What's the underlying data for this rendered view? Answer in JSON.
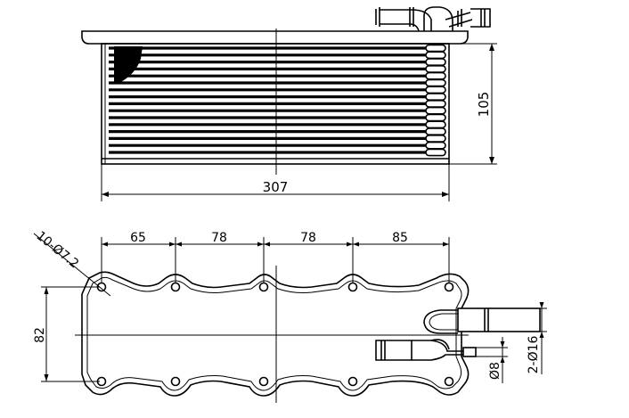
{
  "drawing": {
    "top_view": {
      "length_label": "307",
      "height_label": "105"
    },
    "bottom_view": {
      "hole_callout": "10-Ø7.2",
      "spacing_labels": [
        "65",
        "78",
        "78",
        "85"
      ],
      "width_label": "82",
      "pipe_small_label": "Ø8",
      "pipe_large_label": "2-Ø16"
    }
  }
}
